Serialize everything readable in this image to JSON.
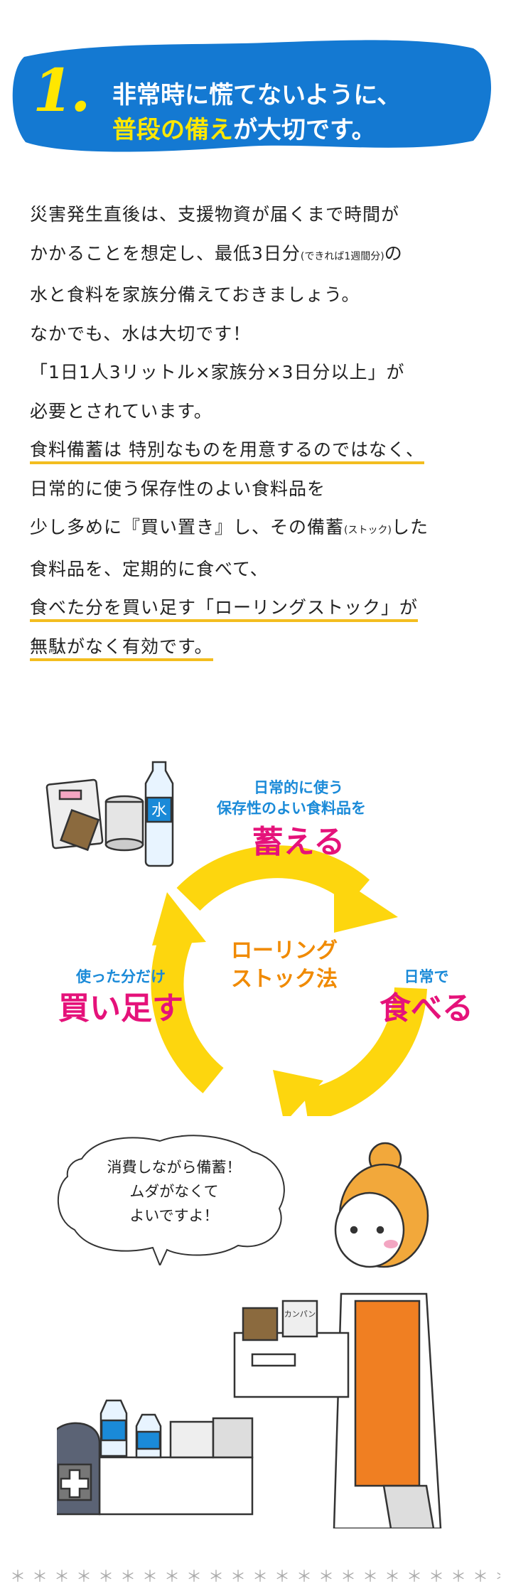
{
  "banner": {
    "number": "1.",
    "line1": "非常時に慌てないように、",
    "line2_highlight": "普段の備え",
    "line2_rest": "が大切です。"
  },
  "body": {
    "l1": "災害発生直後は、支援物資が届くまで時間が",
    "l2a": "かかることを想定し、最低3日分",
    "l2b": "(できれば1週間分)",
    "l2c": "の",
    "l3": "水と食料を家族分備えておきましょう。",
    "l4": "なかでも、水は大切です！",
    "l5": "「1日1人3リットル×家族分×3日分以上」が",
    "l6": "必要とされています。",
    "l7": "食料備蓄は 特別なものを用意するのではなく、",
    "l8": "日常的に使う保存性のよい食料品を",
    "l9a": "少し多めに『買い置き』し、その備蓄",
    "l9b": "(ストック)",
    "l9c": "した",
    "l10": "食料品を、定期的に食べて、",
    "l11": "食べた分を買い足す「ローリングストック」が",
    "l12": "無駄がなく有効です。"
  },
  "cycle": {
    "top_sub1": "日常的に使う",
    "top_sub2": "保存性のよい食料品を",
    "top_main": "蓄える",
    "right_sub": "日常で",
    "right_main": "食べる",
    "left_sub": "使った分だけ",
    "left_main": "買い足す",
    "center1": "ローリング",
    "center2": "ストック法"
  },
  "bubble": {
    "l1": "消費しながら備蓄！",
    "l2": "ムダがなくて",
    "l3": "よいですよ！"
  },
  "illustration": {
    "bottle_label": "水",
    "cracker_label": "カンパン"
  },
  "footer": {
    "stars": "＊＊＊＊＊＊＊＊＊＊＊＊＊＊＊＊＊＊＊＊＊＊＊"
  },
  "colors": {
    "banner_blue": "#1479d2",
    "yellow": "#ffe700",
    "arrow_yellow": "#fdd60e",
    "pink": "#e5127a",
    "blue_text": "#1a8ad8",
    "orange": "#f08a00",
    "underline": "#f3bd1f"
  }
}
